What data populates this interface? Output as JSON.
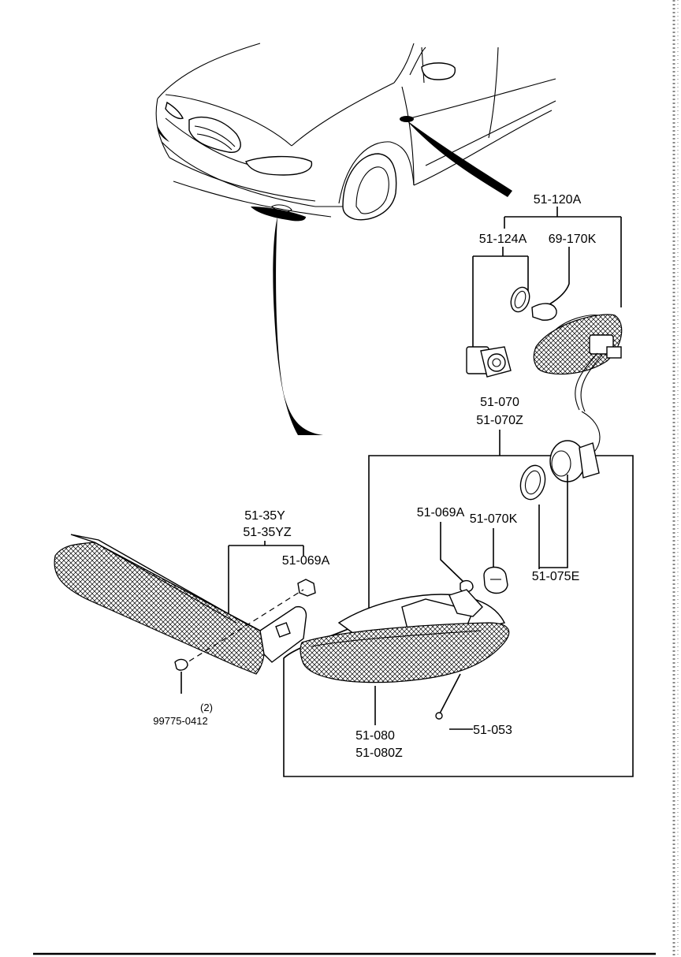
{
  "labels": {
    "side_marker_assy": "51-120A",
    "socket": "51-124A",
    "side_bulb": "69-170K",
    "front_combo_assy_1": "51-070",
    "front_combo_assy_2": "51-070Z",
    "clearance_lamp_1": "51-35Y",
    "clearance_lamp_2": "51-35YZ",
    "nut_left": "51-069A",
    "nut_right": "51-069A",
    "bulb": "51-070K",
    "socket_packing": "51-075E",
    "screw_qty": "(2)",
    "screw": "99775-0412",
    "lens_1": "51-080",
    "lens_2": "51-080Z",
    "bolt": "51-053"
  }
}
